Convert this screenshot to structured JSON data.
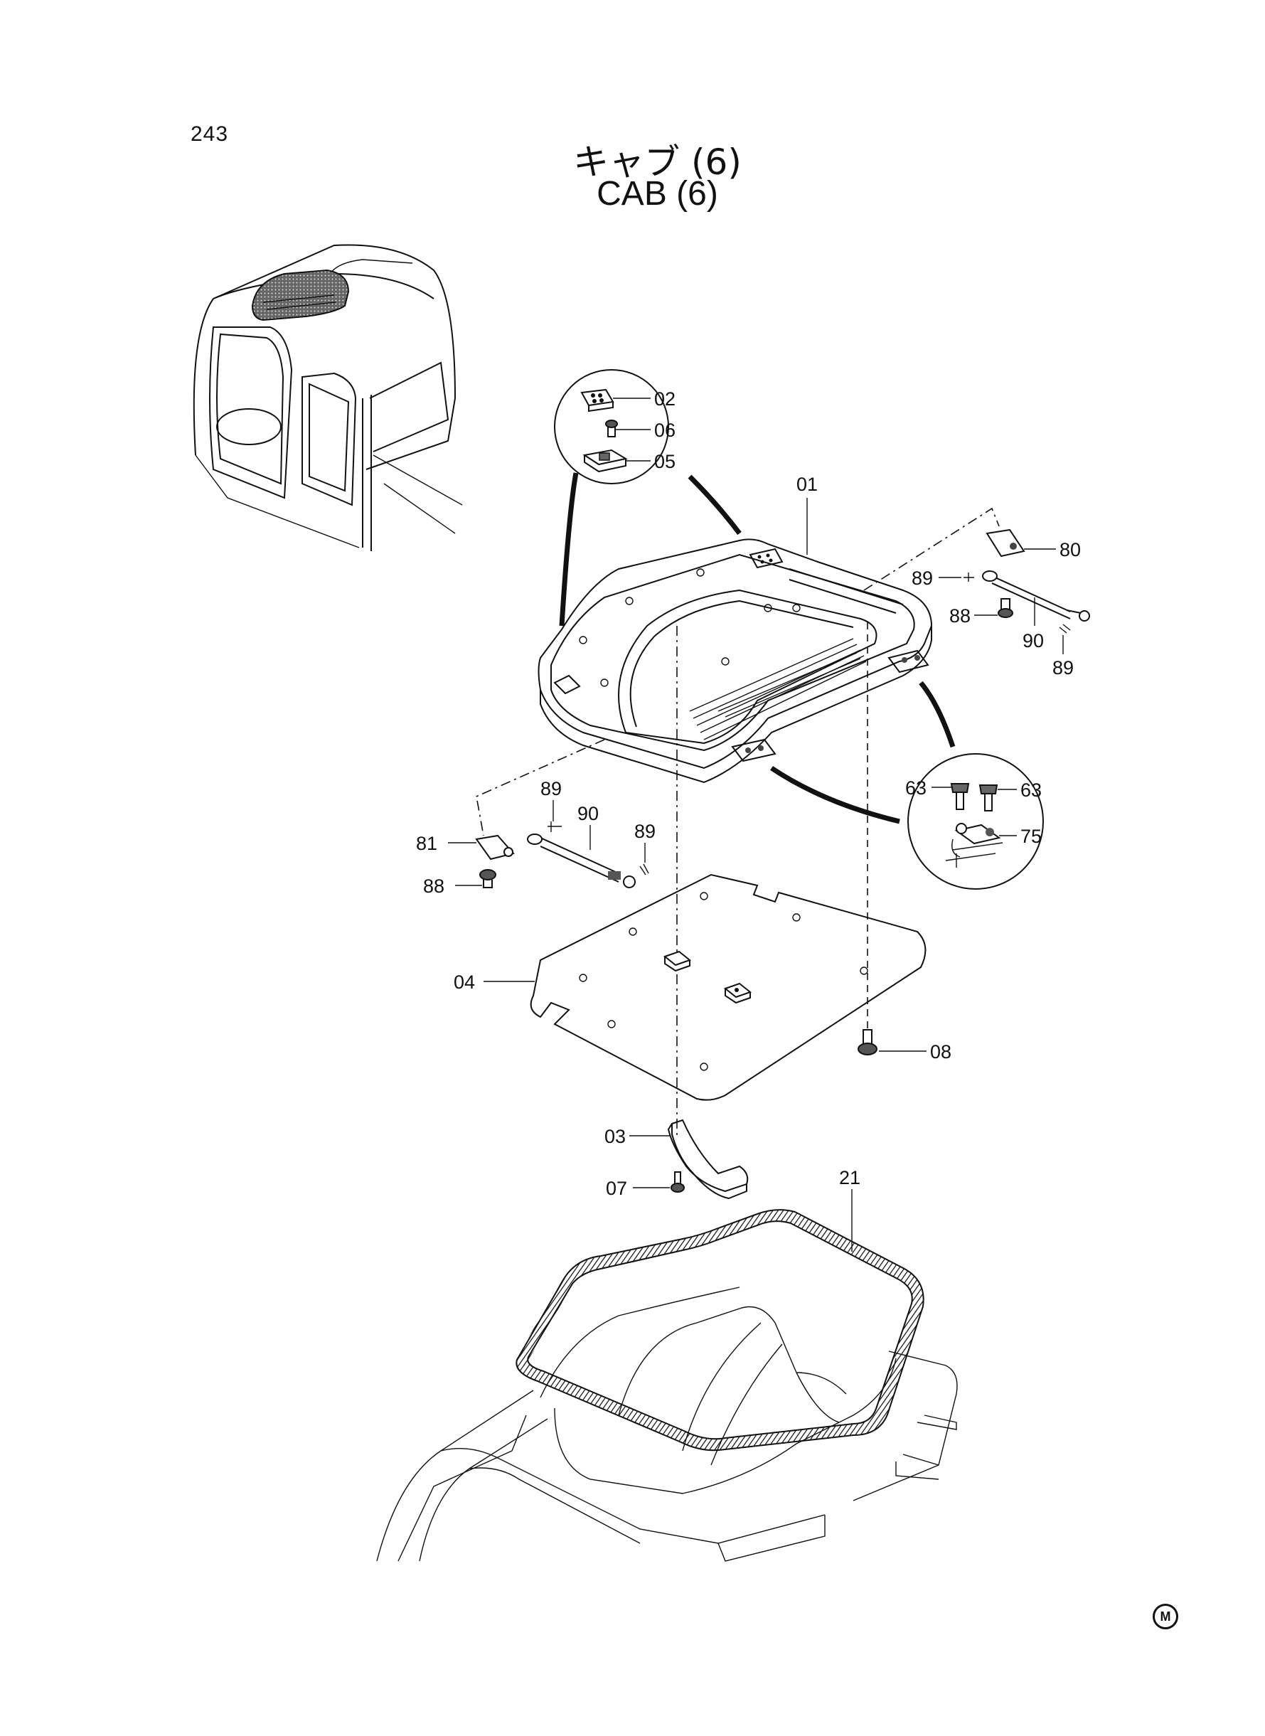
{
  "page": {
    "number": "243",
    "title_jp": "キャブ (6)",
    "title_en": "CAB (6)",
    "corner_mark": "M"
  },
  "callouts": {
    "c01": "01",
    "c02": "02",
    "c03": "03",
    "c04": "04",
    "c05": "05",
    "c06": "06",
    "c07": "07",
    "c08": "08",
    "c21": "21",
    "c63a": "63",
    "c63b": "63",
    "c75": "75",
    "c80": "80",
    "c81": "81",
    "c88a": "88",
    "c88b": "88",
    "c89a": "89",
    "c89b": "89",
    "c89c": "89",
    "c89d": "89",
    "c90a": "90",
    "c90b": "90"
  },
  "colors": {
    "ink": "#111111",
    "paper": "#ffffff",
    "shade": "#555555"
  }
}
